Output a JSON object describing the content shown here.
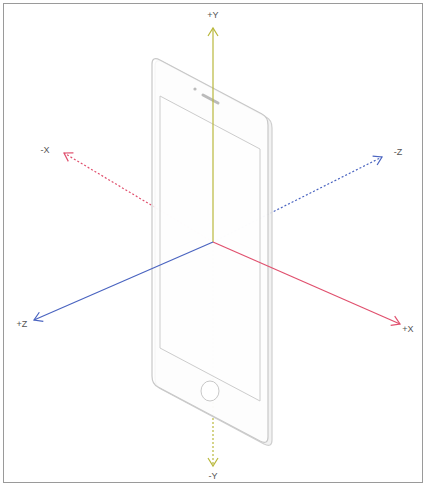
{
  "diagram": {
    "labels": [
      "+Y",
      "-X",
      "-Z",
      "+Z",
      "+X",
      "-Y"
    ]
  }
}
